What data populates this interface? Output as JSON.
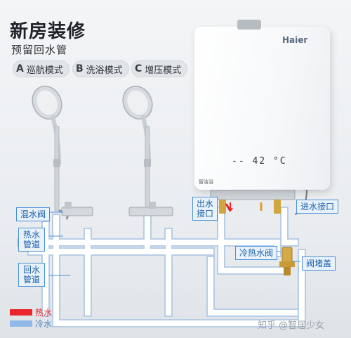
{
  "header": {
    "title": "新房装修",
    "subtitle": "预留回水管"
  },
  "modes": [
    {
      "letter": "A",
      "label": "巡航模式"
    },
    {
      "letter": "B",
      "label": "洗浴模式"
    },
    {
      "letter": "C",
      "label": "增压模式"
    }
  ],
  "heater": {
    "brand": "Haier",
    "display": "-- 42 °C",
    "display_logo": "智洁浴"
  },
  "labels": {
    "mixing_valve": "混水阀",
    "hot_pipe_1": "热水",
    "hot_pipe_2": "管道",
    "return_pipe_1": "回水",
    "return_pipe_2": "管道",
    "outlet_1": "出水",
    "outlet_2": "接口",
    "inlet": "进水接口",
    "hot_cold_valve": "冷热水阀",
    "valve_cap": "阀堵盖"
  },
  "legend": {
    "hot": {
      "label": "热水",
      "color": "#e8262b"
    },
    "cold": {
      "label": "冷水",
      "color": "#8fb9e8"
    }
  },
  "watermark": "知乎 @智居少女",
  "colors": {
    "callout_border": "#4a90d6",
    "pipe_fill": "#ffffff",
    "pipe_edge": "#b7cde6"
  }
}
